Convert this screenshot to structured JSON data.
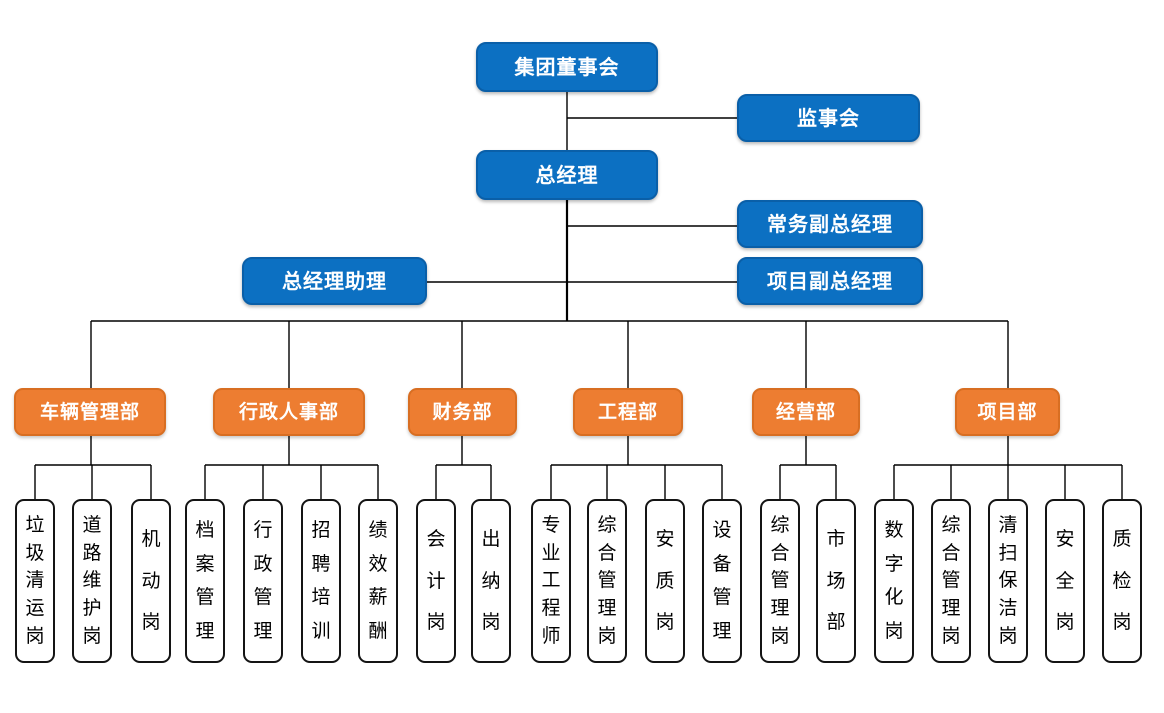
{
  "chart": {
    "type": "org-chart",
    "executives": {
      "board": {
        "label": "集团董事会"
      },
      "supervisory_board": {
        "label": "监事会"
      },
      "general_manager": {
        "label": "总经理"
      },
      "executive_deputy_gm": {
        "label": "常务副总经理"
      },
      "gm_assistant": {
        "label": "总经理助理"
      },
      "project_deputy_gm": {
        "label": "项目副总经理"
      }
    },
    "departments": [
      {
        "label": "车辆管理部",
        "positions": [
          "垃圾清运岗",
          "道路维护岗",
          "机动岗"
        ]
      },
      {
        "label": "行政人事部",
        "positions": [
          "档案管理",
          "行政管理",
          "招聘培训",
          "绩效薪酬"
        ]
      },
      {
        "label": "财务部",
        "positions": [
          "会计岗",
          "出纳岗"
        ]
      },
      {
        "label": "工程部",
        "positions": [
          "专业工程师",
          "综合管理岗",
          "安质岗",
          "设备管理"
        ]
      },
      {
        "label": "经营部",
        "positions": [
          "综合管理岗",
          "市场部"
        ]
      },
      {
        "label": "项目部",
        "positions": [
          "数字化岗",
          "综合管理岗",
          "清扫保洁岗",
          "安全岗",
          "质检岗"
        ]
      }
    ],
    "colors": {
      "executive_fill": "#0C70C2",
      "department_fill": "#ED7D31",
      "position_fill": "#FFFFFF",
      "position_border": "#141414",
      "line": "#000000",
      "text_on_fill": "#FFFFFF"
    }
  }
}
